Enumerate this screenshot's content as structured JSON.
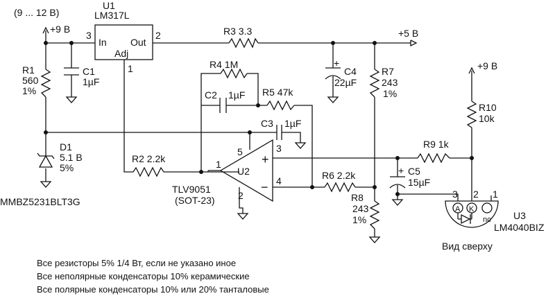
{
  "supply": {
    "input_range": "(9 ... 12 В)",
    "vin": "+9 В",
    "vout": "+5 В",
    "vref_supply": "+9 В"
  },
  "components": {
    "u1": {
      "ref": "U1",
      "part": "LM317L",
      "pin_in": "In",
      "pin_out": "Out",
      "pin_adj": "Adj",
      "pin3": "3",
      "pin2": "2",
      "pin1": "1"
    },
    "r1": {
      "ref": "R1",
      "value": "560",
      "tol": "1%"
    },
    "c1": {
      "ref": "C1",
      "value": "1µF"
    },
    "r3": {
      "label": "R3 3.3"
    },
    "c4": {
      "ref": "C4",
      "value": "22µF",
      "polarity": "+"
    },
    "r7": {
      "ref": "R7",
      "value": "243",
      "tol": "1%"
    },
    "r4": {
      "label": "R4 1M"
    },
    "c2": {
      "ref": "C2",
      "value": "1µF"
    },
    "r5": {
      "label": "R5 47k"
    },
    "c3": {
      "ref": "C3",
      "value": "1µF"
    },
    "d1": {
      "ref": "D1",
      "value": "5.1 В",
      "tol": "5%",
      "part": "MMBZ5231BLT3G"
    },
    "r2": {
      "label": "R2 2.2k"
    },
    "u2": {
      "ref": "U2",
      "part": "TLV9051",
      "package": "(SOT-23)",
      "pin1": "1",
      "pin2": "2",
      "pin3": "3",
      "pin4": "4",
      "pin5": "5",
      "plus": "+",
      "minus": "−"
    },
    "r6": {
      "label": "R6 2.2k"
    },
    "r8": {
      "ref": "R8",
      "value": "243",
      "tol": "1%"
    },
    "r9": {
      "label": "R9 1k"
    },
    "c5": {
      "ref": "C5",
      "value": "15µF",
      "polarity": "+"
    },
    "r10": {
      "ref": "R10",
      "value": "10k"
    },
    "u3": {
      "ref": "U3",
      "part": "LM4040BIZ",
      "view": "Вид сверху",
      "pin3": "3",
      "pin2": "2",
      "pin1": "1",
      "a": "A",
      "k": "K",
      "nc": "nc"
    }
  },
  "notes": [
    "Все резисторы 5% 1/4 Вт, если не указано иное",
    "Все неполярные конденсаторы 10% керамические",
    "Все полярные конденсаторы 10% или 20% танталовые"
  ]
}
